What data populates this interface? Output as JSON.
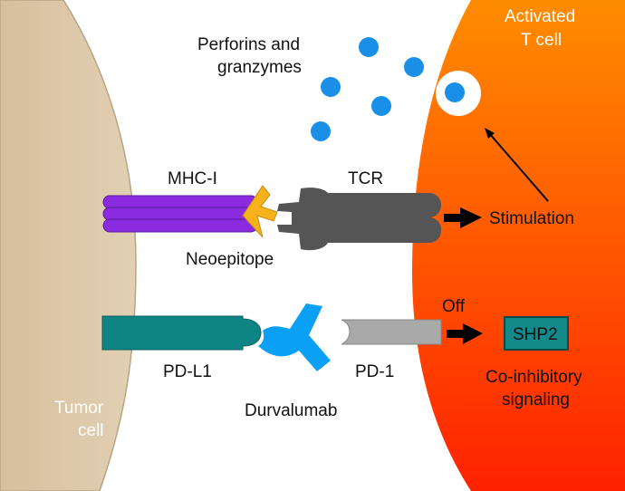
{
  "labels": {
    "tumor_cell_line1": "Tumor",
    "tumor_cell_line2": "cell",
    "t_cell_line1": "Activated",
    "t_cell_line2": "T cell",
    "perforins_line1": "Perforins and",
    "perforins_line2": "granzymes",
    "mhc": "MHC-I",
    "tcr": "TCR",
    "neoepitope": "Neoepitope",
    "stimulation": "Stimulation",
    "pdl1": "PD-L1",
    "pd1": "PD-1",
    "durvalumab": "Durvalumab",
    "off": "Off",
    "shp2": "SHP2",
    "coinhib_line1": "Co-inhibitory",
    "coinhib_line2": "signaling"
  },
  "colors": {
    "tumor_cell": "#dbc6a4",
    "t_cell_top": "#ff8a00",
    "t_cell_bottom": "#ff2a00",
    "granule": "#1a8fe8",
    "mhc": "#8a2be2",
    "neoepitope": "#f5b21a",
    "tcr": "#555555",
    "pdl1": "#0e8585",
    "durvalumab": "#0aa0f5",
    "pd1": "#a9a9a9",
    "shp2": "#128a8a"
  }
}
